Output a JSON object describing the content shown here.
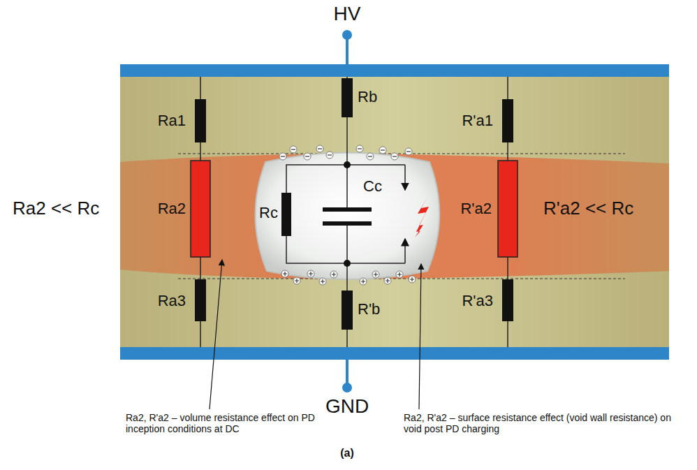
{
  "diagram": {
    "caption": "(a)",
    "labels": [
      "HV",
      "GND",
      "Ra1",
      "Ra2",
      "Ra3",
      "Rb",
      "R'b",
      "Rc",
      "Cc",
      "R'a1",
      "R'a2",
      "R'a3",
      "Ra2 << Rc",
      "R'a2 << Rc",
      "Ra2, R'a2 – volume resistance effect on PD inception conditions at DC",
      "Ra2, R'a2 – surface resistance effect (void wall resistance) on void post PD charging"
    ]
  }
}
